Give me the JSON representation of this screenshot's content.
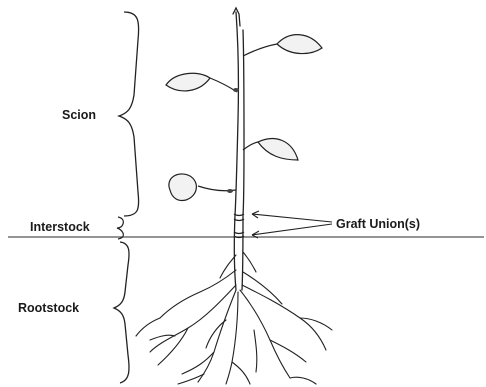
{
  "labels": {
    "scion": "Scion",
    "interstock": "Interstock",
    "rootstock": "Rootstock",
    "graft_union": "Graft Union(s)"
  },
  "colors": {
    "ink": "#222222",
    "leaf_fill": "#f2f2f2",
    "ground_line": "#555555"
  }
}
